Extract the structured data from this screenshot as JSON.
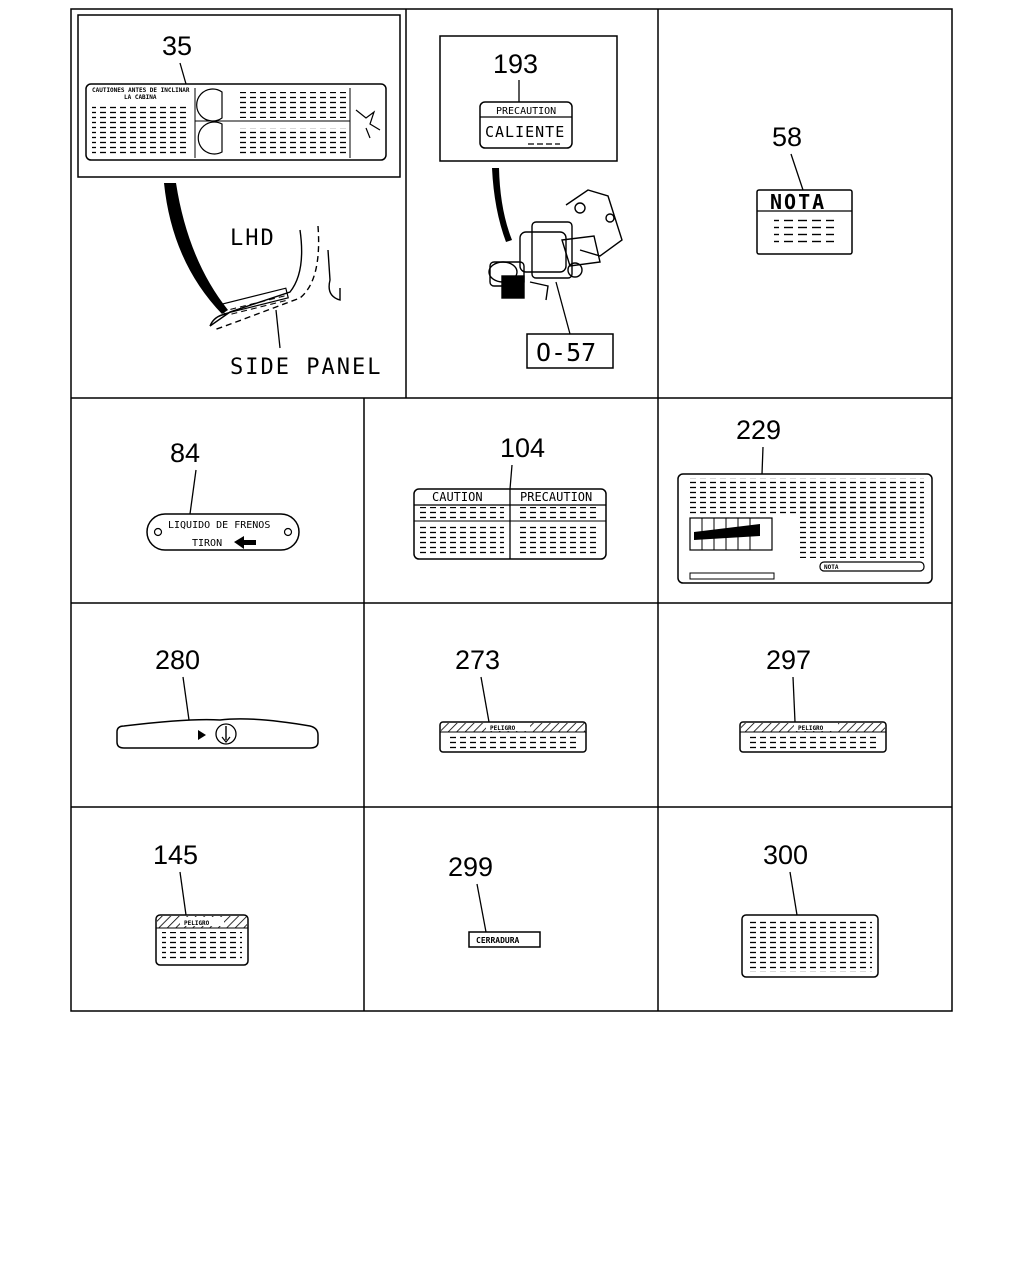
{
  "callouts": {
    "c35": "35",
    "c193": "193",
    "c58": "58",
    "c84": "84",
    "c104": "104",
    "c229": "229",
    "c280": "280",
    "c273": "273",
    "c297": "297",
    "c145": "145",
    "c299": "299",
    "c300": "300"
  },
  "labels": {
    "lhd": "LHD",
    "side_panel": "SIDE PANEL",
    "ref_box": "O-57",
    "label_35_line1": "CAUTIONES ANTES DE INCLINAR",
    "label_35_line2": "LA CABINA",
    "label_193_top": "PRECAUTION",
    "label_193_main": "CALIENTE",
    "label_58": "NOTA",
    "label_84_line1": "LIQUIDO DE FRENOS",
    "label_84_line2": "TIRON",
    "label_104_left": "CAUTION",
    "label_104_right": "PRECAUTION",
    "label_229_tag": "NOTA",
    "label_273": "PELIGRO",
    "label_297": "PELIGRO",
    "label_145": "PELIGRO",
    "label_299": "CERRADURA"
  }
}
